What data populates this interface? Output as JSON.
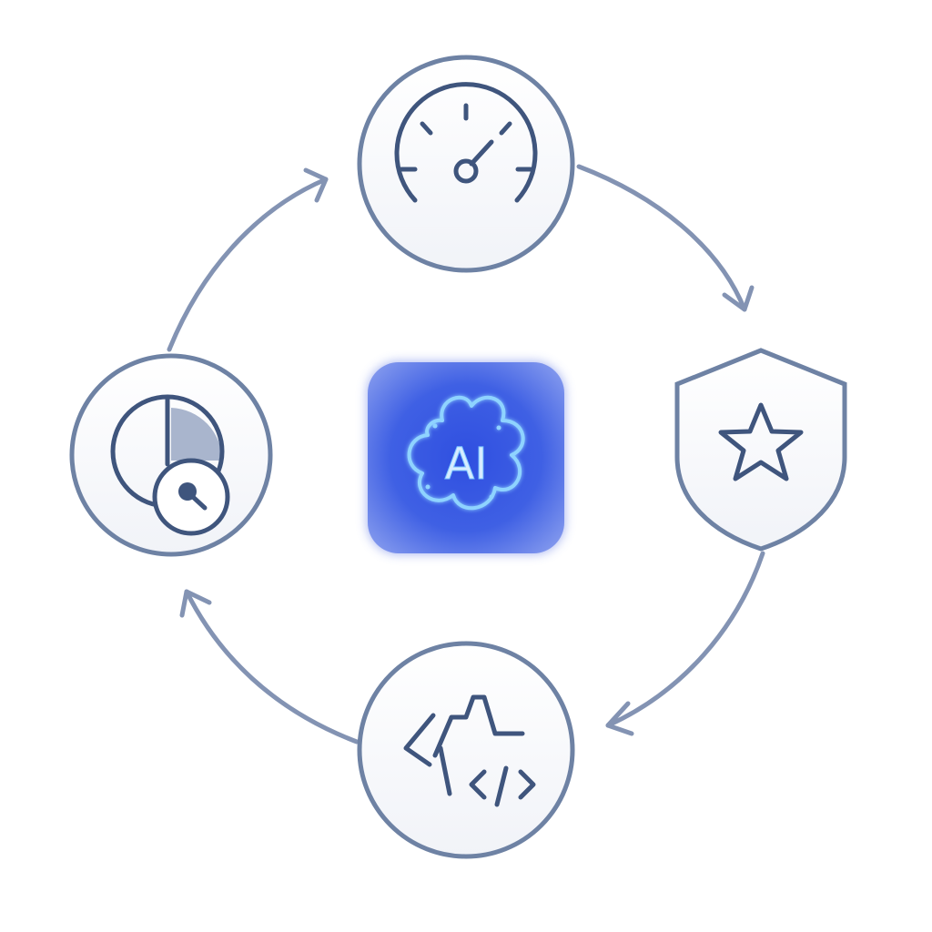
{
  "center": {
    "label": "AI",
    "icon": "brain-cloud-icon"
  },
  "nodes": [
    {
      "id": "performance",
      "icon": "speedometer-icon"
    },
    {
      "id": "quality",
      "icon": "shield-star-icon"
    },
    {
      "id": "code",
      "icon": "code-waveform-icon"
    },
    {
      "id": "analytics",
      "icon": "pie-chart-search-icon"
    }
  ],
  "colors": {
    "stroke": "#6e82a4",
    "icon": "#3f557d",
    "connector": "#8393b3",
    "center_tile": "#3d5ee0",
    "center_glow": "#7ec8ff"
  }
}
